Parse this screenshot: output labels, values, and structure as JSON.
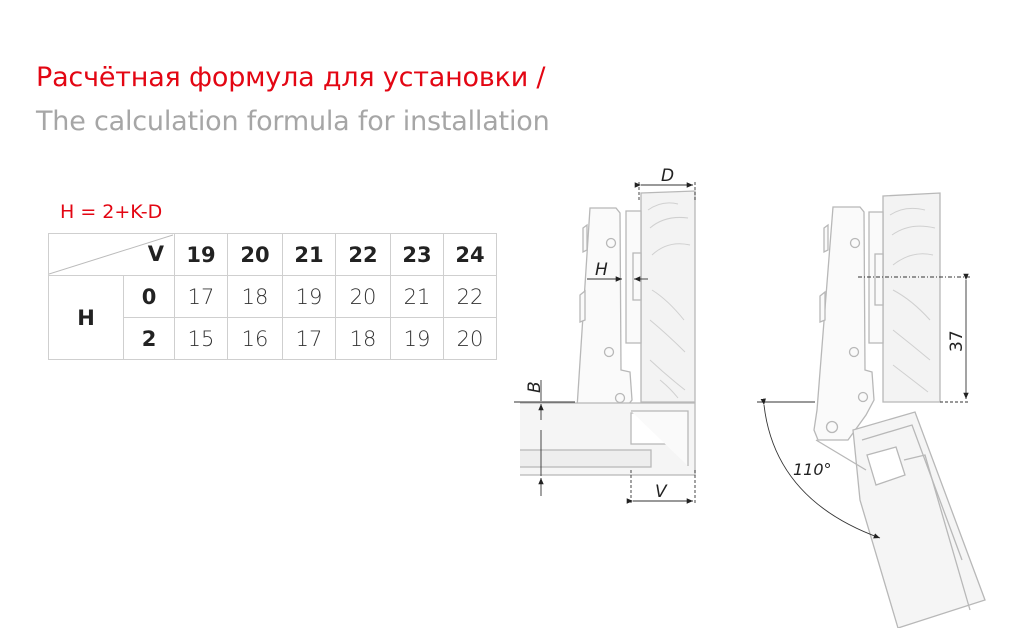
{
  "header": {
    "title_ru": "Расчётная формула для установки /",
    "title_en": "The calculation formula for installation"
  },
  "formula": "H = 2+K-D",
  "table": {
    "corner_label": "V",
    "row_group_label": "H",
    "columns": [
      "19",
      "20",
      "21",
      "22",
      "23",
      "24"
    ],
    "rows": [
      {
        "key": "0",
        "values": [
          "17",
          "18",
          "19",
          "20",
          "21",
          "22"
        ]
      },
      {
        "key": "2",
        "values": [
          "15",
          "16",
          "17",
          "18",
          "19",
          "20"
        ]
      }
    ]
  },
  "diagram_left": {
    "labels": {
      "d": "D",
      "h": "H",
      "b": "B",
      "v": "V"
    }
  },
  "diagram_right": {
    "labels": {
      "distance": "37",
      "angle": "110°"
    }
  },
  "colors": {
    "accent": "#e30613",
    "subtitle": "#a6a6a6",
    "line": "#b8b8b8"
  }
}
